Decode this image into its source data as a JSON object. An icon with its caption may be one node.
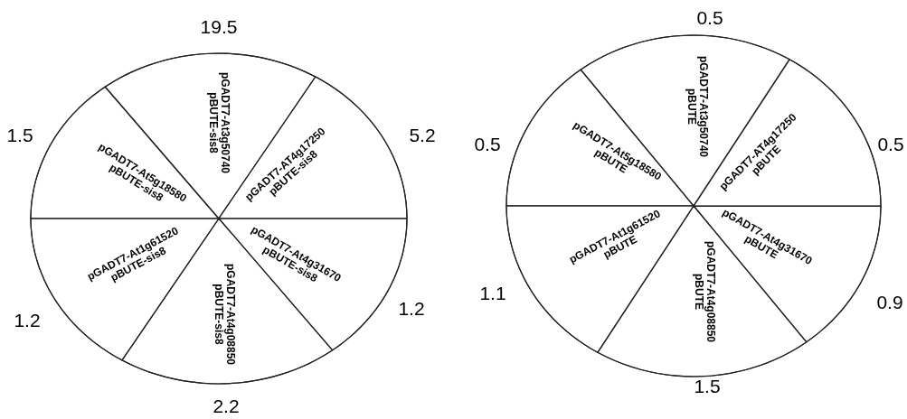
{
  "diagram": {
    "nodes": [
      {
        "text": [],
        "shape": "circle"
      },
      {
        "text": [
          "pGADT7-At3g50740",
          "pBUTE-sis8"
        ],
        "in": 0,
        "beside": [
          "19.5"
        ]
      },
      {
        "text": [
          "pGADT7-At5g18580",
          "pBUTE-sis8"
        ],
        "in": 0,
        "beside": [
          "1.5"
        ]
      },
      {
        "text": [
          "pGADT7-AT4g17250",
          "pBUTE-sis8"
        ],
        "in": 0,
        "beside": [
          "5.2"
        ]
      },
      {
        "text": [
          "pGADT7-At1g61520",
          "pBUTE-sis8"
        ],
        "in": 0,
        "beside": [
          "1.2"
        ]
      },
      {
        "text": [
          "pGADT7-At4g08850",
          "pBUTE-sis8"
        ],
        "in": 0,
        "beside": [
          "2.2"
        ]
      },
      {
        "text": [
          "pGADT7-At4g31670",
          "pBUTE-sis8"
        ],
        "in": 0,
        "beside": [
          "1.2"
        ]
      },
      {
        "text": [],
        "shape": "circle"
      },
      {
        "text": [
          "pGADT7-At3g50740",
          "pBUTE"
        ],
        "in": 7,
        "beside": [
          "0.5"
        ]
      },
      {
        "text": [
          "pGADT7-At5g18580",
          "pBUTE"
        ],
        "in": 7,
        "beside": [
          "0.5"
        ]
      },
      {
        "text": [
          "pGADT7-AT4g17250",
          "pBUTE"
        ],
        "in": 7,
        "beside": [
          "0.5"
        ]
      },
      {
        "text": [
          "pGADT7-At1g61520",
          "pBUTE"
        ],
        "in": 7,
        "beside": [
          "1.1"
        ]
      },
      {
        "text": [
          "pGADT7-At4g08850",
          "pBUTE"
        ],
        "in": 7,
        "beside": [
          "1.5"
        ]
      },
      {
        "text": [
          "pGADT7-At4g31670",
          "pBUTE"
        ],
        "in": 7,
        "beside": [
          "0.9"
        ]
      }
    ]
  }
}
